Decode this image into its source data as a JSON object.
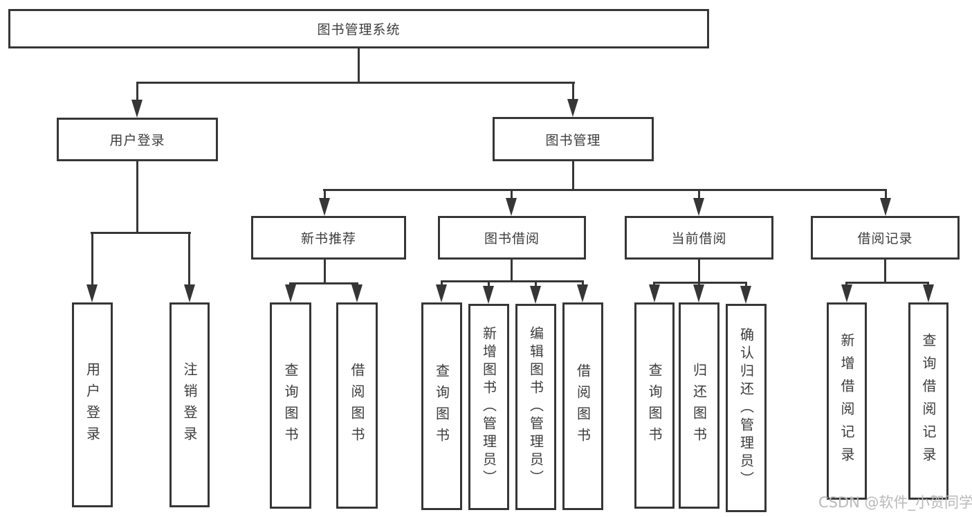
{
  "nodes": {
    "root": "图书管理系统",
    "user_login": "用户登录",
    "book_mgmt": "图书管理",
    "new_book": "新书推荐",
    "book_borrow": "图书借阅",
    "current_borrow": "当前借阅",
    "borrow_record": "借阅记录",
    "leaves": {
      "user_login": [
        "用户登录",
        "注销登录"
      ],
      "new_book": [
        "查询图书",
        "借阅图书"
      ],
      "book_borrow": [
        "查询图书",
        "新增图书（管理员）",
        "编辑图书（管理员）",
        "借阅图书"
      ],
      "current_borrow": [
        "查询图书",
        "归还图书",
        "确认归还（管理员）"
      ],
      "borrow_record": [
        "新增借阅记录",
        "查询借阅记录"
      ]
    }
  },
  "watermark": "CSDN @软件_小贺同学",
  "colors": {
    "line": "#363636",
    "text": "#3c3c3c",
    "watermark": "#b9b9b9",
    "background": "#ffffff"
  }
}
